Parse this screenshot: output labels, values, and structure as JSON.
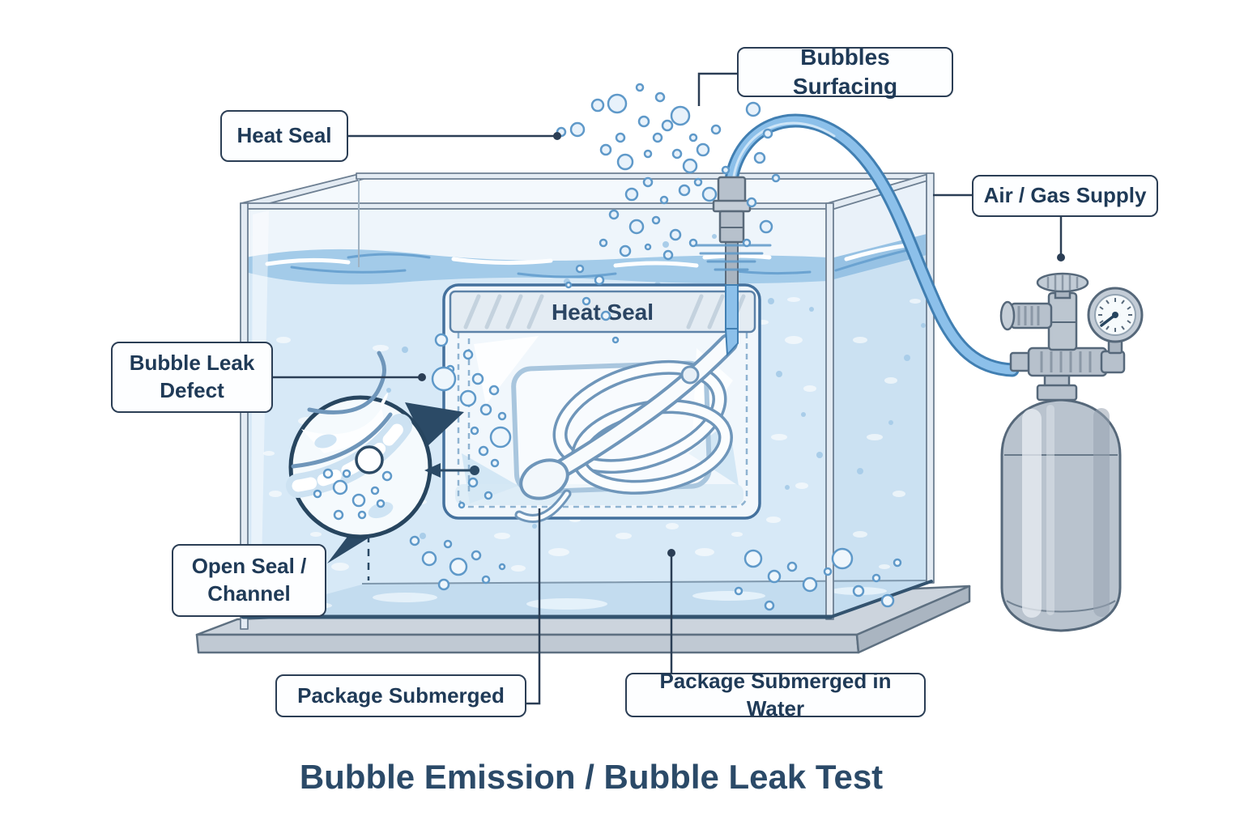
{
  "title": "Bubble Emission / Bubble Leak Test",
  "callouts": {
    "heat_seal_top": "Heat Seal",
    "bubbles_surfacing": "Bubbles Surfacing",
    "air_gas_supply": "Air / Gas Supply",
    "bubble_leak_defect": "Bubble Leak Defect",
    "open_seal_channel": "Open Seal / Channel",
    "package_submerged": "Package Submerged",
    "package_submerged_in_water": "Package Submerged in Water"
  },
  "package": {
    "seal_band_label": "Heat Seal"
  },
  "components": [
    "water-tank",
    "water",
    "sterile-package-pouch",
    "coiled-tubing-device",
    "leak-magnifier-detail",
    "air-supply-tube",
    "tube-fitting",
    "gas-cylinder",
    "pressure-regulator",
    "pressure-gauge",
    "base-platform",
    "rising-bubbles"
  ],
  "colors": {
    "label_border": "#2b3e55",
    "label_text": "#1f3a57",
    "title_text": "#2b4a68",
    "water_front": "#d7e9f7",
    "water_side": "#cbe1f2",
    "water_surface": "#a3cbe9",
    "tube_blue": "#8cc0ea",
    "tube_outline": "#417fb2",
    "navy_accent": "#27455f",
    "metal_gray": "#b7c1cc",
    "pouch_outline": "#44719d",
    "base_gray": "#ccd4dd"
  }
}
